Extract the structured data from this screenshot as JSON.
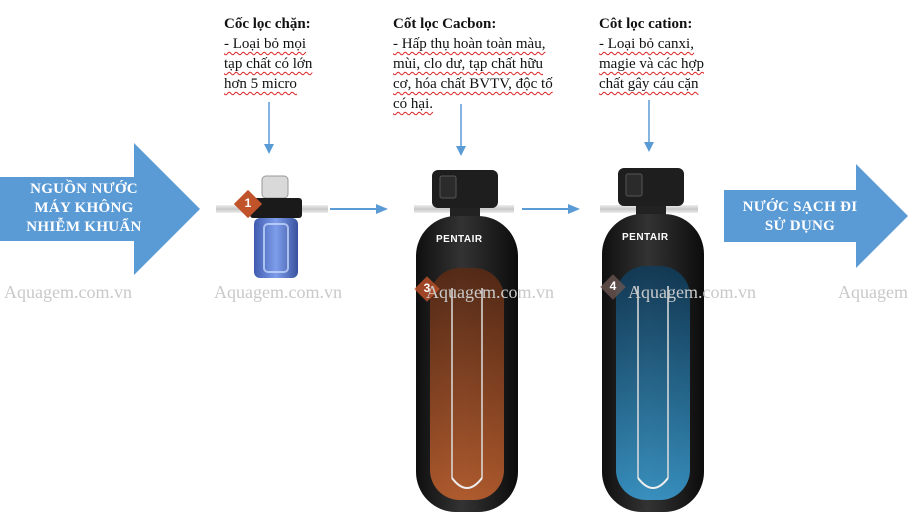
{
  "source_arrow": {
    "lines": [
      "NGUỒN NƯỚC",
      "MÁY KHÔNG",
      "NHIỄM KHUẨN"
    ],
    "color": "#5b9bd5"
  },
  "output_arrow": {
    "lines": [
      "NƯỚC SẠCH ĐI",
      "SỬ DỤNG"
    ],
    "color": "#5b9bd5"
  },
  "stages": [
    {
      "title": "Cốc lọc chặn:",
      "lines": [
        "- Loại bỏ mọi",
        "tạp chất có lớn",
        "hơn 5 micro"
      ],
      "badge": "1"
    },
    {
      "title": "Cốt lọc Cacbon:",
      "lines": [
        "- Hấp thụ hoàn toàn màu,",
        "mùi, clo dư, tạp chất hữu",
        "cơ, hóa chất BVTV, độc tố",
        "có hại."
      ],
      "badge": "3",
      "brand": "PENTAIR",
      "media_color": "#a4512a"
    },
    {
      "title": "Côt lọc cation:",
      "lines": [
        "- Loại bỏ canxi,",
        "magie và các hợp",
        "chất gây cáu cặn"
      ],
      "badge": "4",
      "brand": "PENTAIR",
      "media_color": "#1f6e9e"
    }
  ],
  "watermarks": [
    "Aquagem.com.vn",
    "Aquagem.com.vn",
    "Aquagem.com.vn",
    "Aquagem.com.vn",
    "Aquagem"
  ],
  "colors": {
    "arrow_blue": "#5b9bd5",
    "badge_orange": "#c0532a",
    "tank_dark": "#1e1e1e"
  }
}
